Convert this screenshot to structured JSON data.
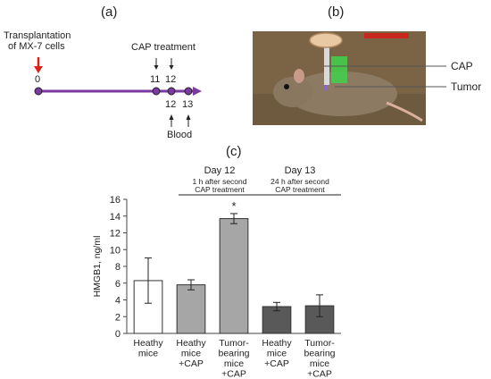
{
  "panel_a": {
    "label": "(a)",
    "transplant_line1": "Transplantation",
    "transplant_line2": "of MX-7 cells",
    "cap_treatment": "CAP treatment",
    "day0": "0",
    "day11": "11",
    "day12_top": "12",
    "day12_bottom": "12",
    "day13": "13",
    "blood": "Blood",
    "colors": {
      "timeline": "#7a3aa0",
      "arrow_red": "#e0201c"
    }
  },
  "panel_b": {
    "label": "(b)",
    "cap_label": "CAP",
    "tumor_label": "Tumor"
  },
  "panel_c": {
    "label": "(c)",
    "day12_title": "Day 12",
    "day12_sub1": "1 h after second",
    "day12_sub2": "CAP treatment",
    "day13_title": "Day 13",
    "day13_sub1": "24 h after second",
    "day13_sub2": "CAP treatment",
    "asterisk": "*"
  },
  "chart_data": {
    "type": "bar",
    "ylabel": "HMGB1, ng/ml",
    "ylim": [
      0,
      16
    ],
    "yticks": [
      0,
      2,
      4,
      6,
      8,
      10,
      12,
      14,
      16
    ],
    "categories": [
      [
        "Heathy",
        "mice"
      ],
      [
        "Heathy",
        "mice",
        "+CAP"
      ],
      [
        "Tumor-",
        "bearing",
        "mice",
        "+CAP"
      ],
      [
        "Heathy",
        "mice",
        "+CAP"
      ],
      [
        "Tumor-",
        "bearing",
        "mice",
        "+CAP"
      ]
    ],
    "values": [
      6.3,
      5.8,
      13.7,
      3.2,
      3.3
    ],
    "errors": [
      2.7,
      0.6,
      0.6,
      0.5,
      1.3
    ],
    "bar_colors": [
      "#ffffff",
      "#a6a6a6",
      "#a6a6a6",
      "#595959",
      "#595959"
    ],
    "grid": false
  }
}
